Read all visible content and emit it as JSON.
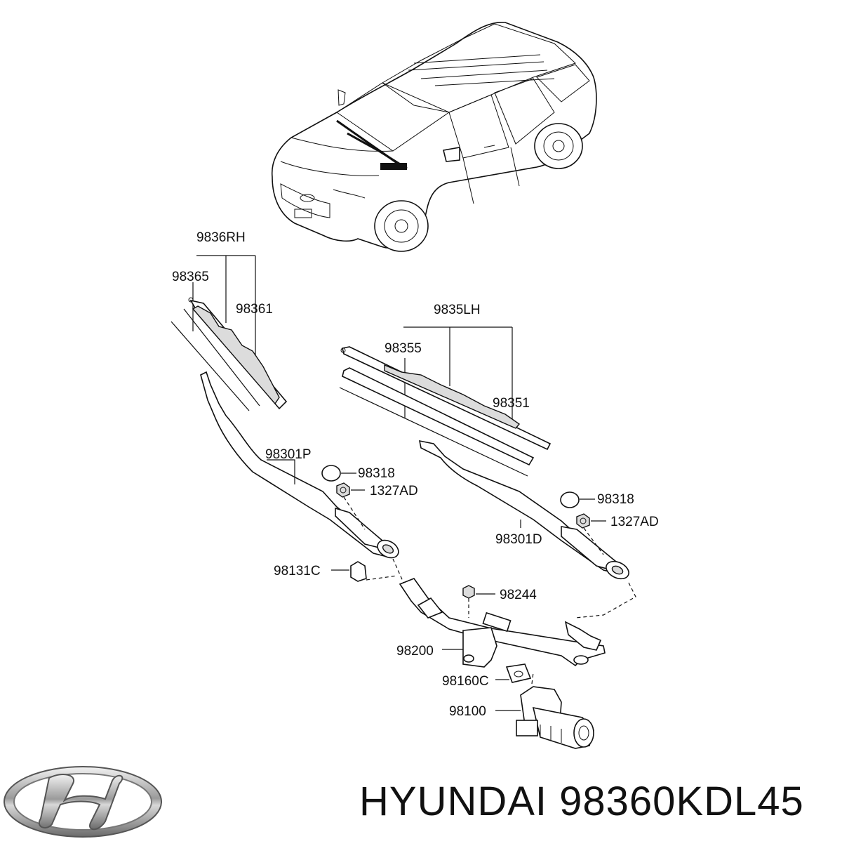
{
  "brand": "HYUNDAI",
  "part_number": "98360KDL45",
  "logo_icon": "hyundai-logo",
  "labels": {
    "rh_assembly": "9836RH",
    "rh_refill": "98365",
    "rh_blade": "98361",
    "lh_assembly": "9835LH",
    "lh_refill": "98355",
    "lh_blade": "98351",
    "arm_passenger": "98301P",
    "arm_driver": "98301D",
    "cap_right": "98318",
    "cap_left": "98318",
    "nut_right": "1327AD",
    "nut_left": "1327AD",
    "pivot_cap": "98131C",
    "nut_linkage": "98244",
    "linkage": "98200",
    "grommet": "98160C",
    "motor": "98100"
  }
}
